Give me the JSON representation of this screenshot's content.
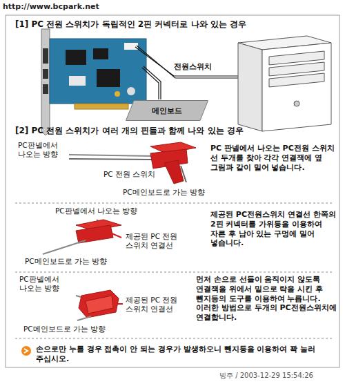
{
  "diagram": {
    "nodes": [
      {
        "text": [
          "메인보드"
        ]
      }
    ],
    "labels": [
      "http://www.bcpark.net",
      "[1] PC 전원 스위치가 독립적인 2핀 커넥터로 나와 있는 경우",
      "전원스위치",
      "[2] PC 전원 스위치가 여러 개의 핀들과 함께 나와 있는 경우",
      "PC판넬에서 나오는 방향",
      "PC 전원 스위치",
      "PC메인보드로 가는 방향",
      "PC 판넬에서 나오는 PC전원 스위치 선 두개를 찾아 각각 연결잭에 옆 그림과 같이 밀어 넣습니다.",
      "PC판넬에서 나오는 방향",
      "제공된 PC전원스위치 연결선 한쪽의 2핀 커넥터를 가위등을 이용하여 자른 후 남아 있는 구멍에 밀어 넣습니다.",
      "PC메인보드로 가는 방향",
      "제공된 PC 전원 스위치 연결선",
      "PC판넬에서 나오는 방향",
      "먼저 손으로 선들이 움직이지 않도록 연결잭을 위에서 밑으로 락을 시킨 후 뺀지등의 도구를 이용하여 누릅니다. 이러한 방법으로 두개의 PC전원스위치에 연결합니다.",
      "제공된 PC 전원 스위치 연결선",
      "PC메인보드로 가는 방향",
      "손으로만 누를 경우 접촉이 안 되는 경우가 발생하오니 뺀지등을 이용하여 꽉 눌러 주십시오.",
      "빙주 / 2003-12-29 15:54:26"
    ]
  }
}
